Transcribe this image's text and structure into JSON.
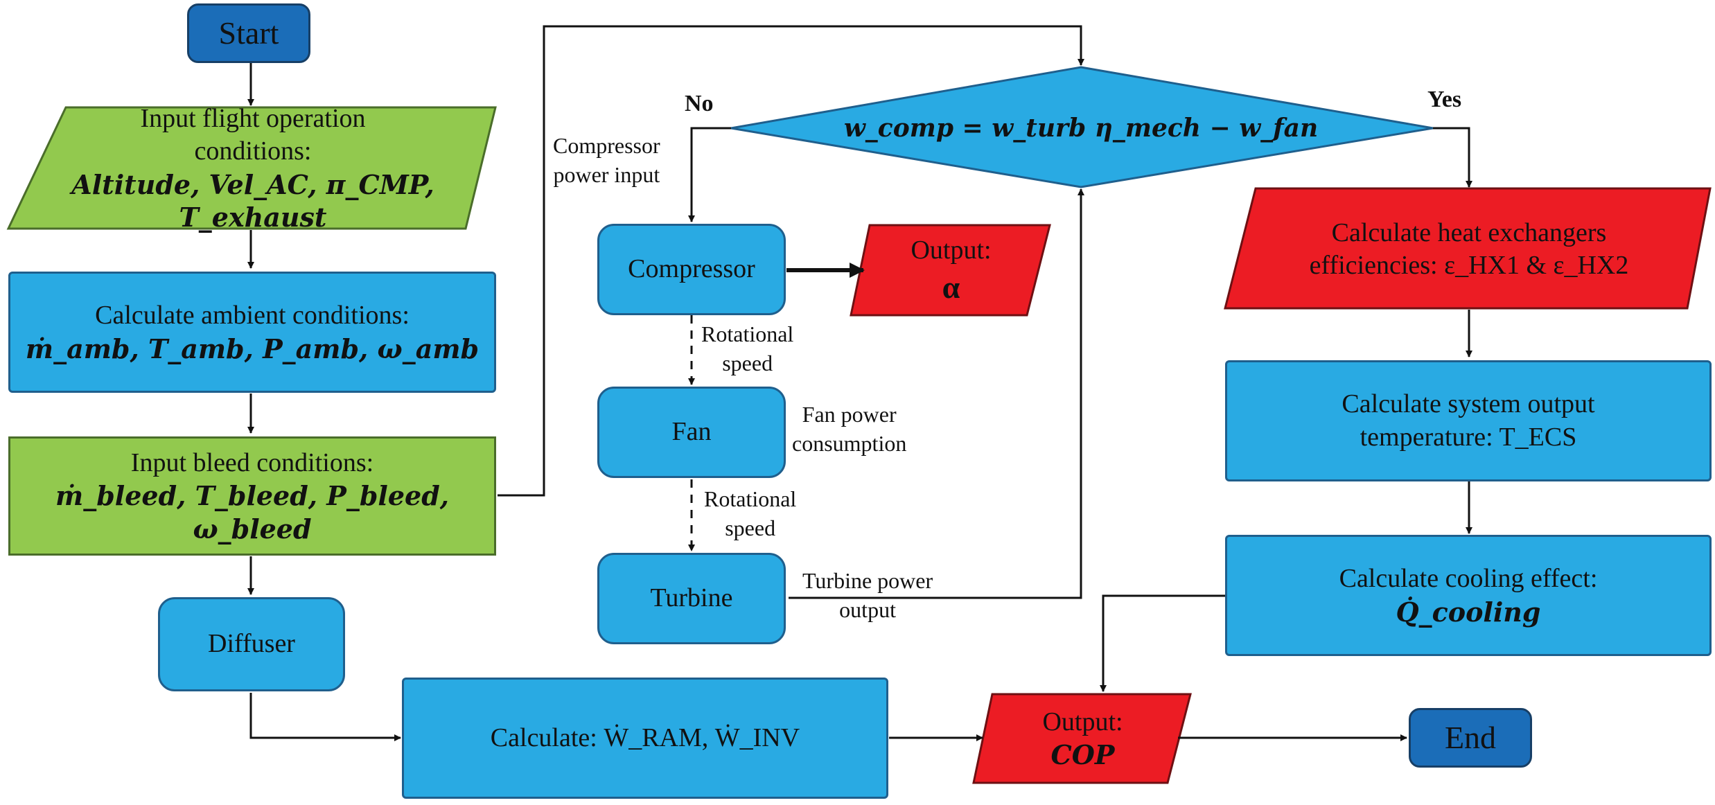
{
  "nodes": {
    "start": "Start",
    "flight_title": "Input flight operation",
    "flight_title2": "conditions:",
    "flight_vars": "Altitude, Vel_AC, π_CMP, T_exhaust",
    "ambient_title": "Calculate ambient conditions:",
    "ambient_vars": "ṁ_amb, T_amb, P_amb, ω_amb",
    "bleed_title": "Input bleed conditions:",
    "bleed_vars": "ṁ_bleed, T_bleed, P_bleed, ω_bleed",
    "diffuser": "Diffuser",
    "calculate_label": "Calculate: Ẇ_RAM, Ẇ_INV",
    "compressor": "Compressor",
    "fan": "Fan",
    "turbine": "Turbine",
    "output_alpha_title": "Output:",
    "output_alpha_value": "α",
    "decision": "w_comp = w_turb η_mech − w_fan",
    "hx_title": "Calculate heat exchangers",
    "hx_vars": "efficiencies: ε_HX1 & ε_HX2",
    "sys_title": "Calculate system output",
    "sys_vars": "temperature: T_ECS",
    "cooling_title": "Calculate cooling effect:",
    "cooling_vars": "Q̇_cooling",
    "output_cop_title": "Output:",
    "output_cop_value": "COP",
    "end": "End"
  },
  "edge_labels": {
    "no": "No",
    "yes": "Yes",
    "compressor_power_1": "Compressor",
    "compressor_power_2": "power input",
    "rotational_1a": "Rotational",
    "rotational_1b": "speed",
    "fan_power_1": "Fan power",
    "fan_power_2": "consumption",
    "rotational_2a": "Rotational",
    "rotational_2b": "speed",
    "turbine_power_1": "Turbine power",
    "turbine_power_2": "output"
  },
  "colors": {
    "process_blue": "#29aae3",
    "input_green": "#92c94e",
    "output_red": "#ec1c24",
    "terminal_blue": "#1b6db8"
  }
}
